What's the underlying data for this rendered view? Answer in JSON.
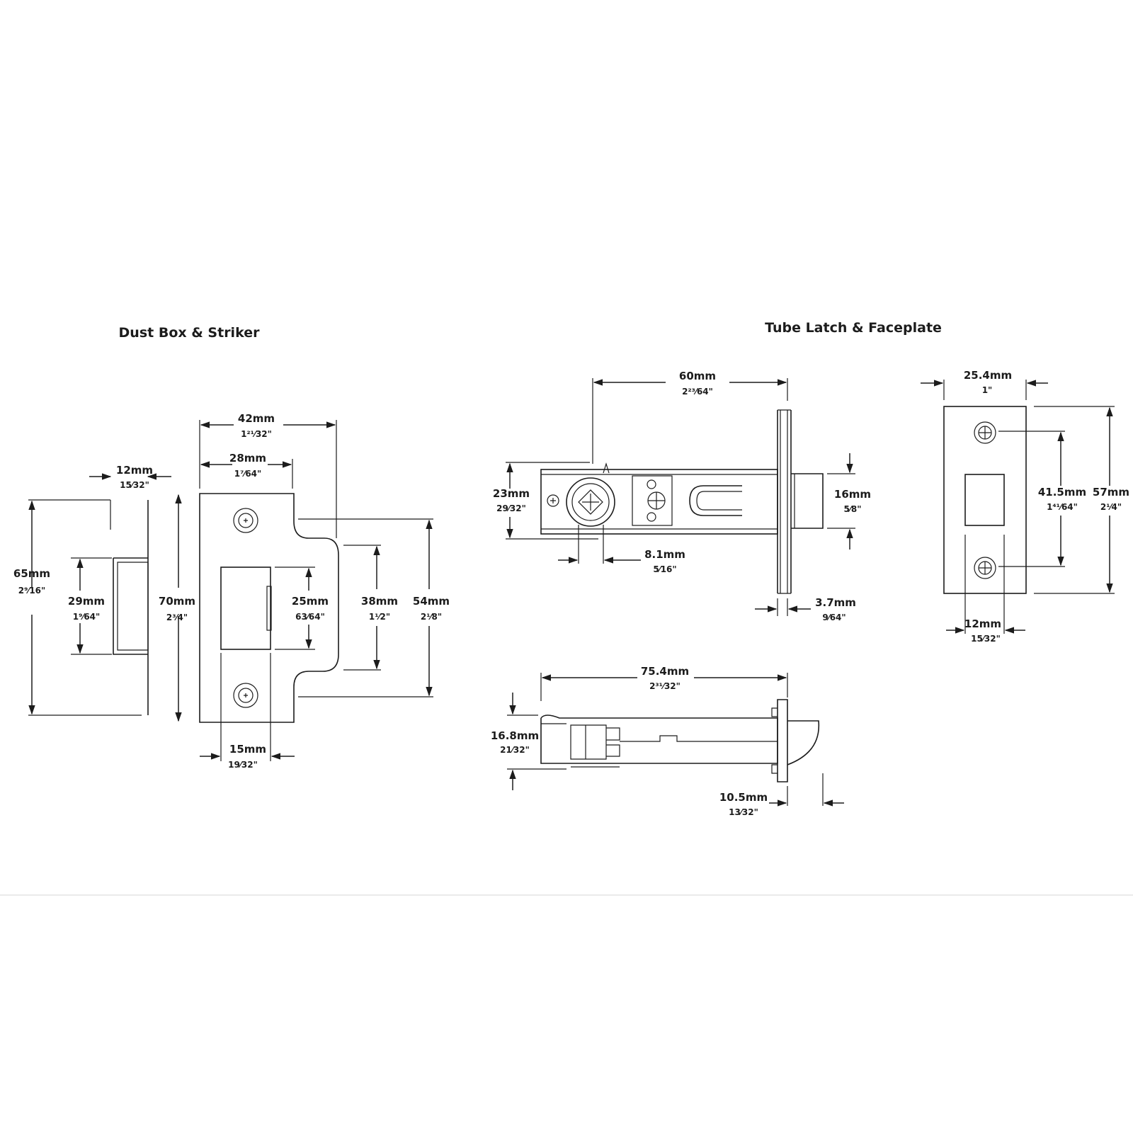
{
  "sections": {
    "dust_box_title": "Dust Box & Striker",
    "tube_latch_title": "Tube Latch & Faceplate"
  },
  "dimensions": {
    "d12_box": {
      "mm": "12mm",
      "inch": "15⁄32\""
    },
    "d65": {
      "mm": "65mm",
      "inch": "2⁹⁄16\""
    },
    "d29": {
      "mm": "29mm",
      "inch": "1⁹⁄64\""
    },
    "d70": {
      "mm": "70mm",
      "inch": "2³⁄4\""
    },
    "d42": {
      "mm": "42mm",
      "inch": "1²¹⁄32\""
    },
    "d28": {
      "mm": "28mm",
      "inch": "1⁷⁄64\""
    },
    "d25": {
      "mm": "25mm",
      "inch": "63⁄64\""
    },
    "d38": {
      "mm": "38mm",
      "inch": "1¹⁄2\""
    },
    "d54": {
      "mm": "54mm",
      "inch": "2¹⁄8\""
    },
    "d15": {
      "mm": "15mm",
      "inch": "19⁄32\""
    },
    "d60": {
      "mm": "60mm",
      "inch": "2²³⁄64\""
    },
    "d23": {
      "mm": "23mm",
      "inch": "29⁄32\""
    },
    "d16": {
      "mm": "16mm",
      "inch": "5⁄8\""
    },
    "d8_1": {
      "mm": "8.1mm",
      "inch": "5⁄16\""
    },
    "d3_7": {
      "mm": "3.7mm",
      "inch": "9⁄64\""
    },
    "d25_4": {
      "mm": "25.4mm",
      "inch": "1\""
    },
    "d41_5": {
      "mm": "41.5mm",
      "inch": "1⁴¹⁄64\""
    },
    "d57": {
      "mm": "57mm",
      "inch": "2¹⁄4\""
    },
    "d12_face": {
      "mm": "12mm",
      "inch": "15⁄32\""
    },
    "d75_4": {
      "mm": "75.4mm",
      "inch": "2³¹⁄32\""
    },
    "d16_8": {
      "mm": "16.8mm",
      "inch": "21⁄32\""
    },
    "d10_5": {
      "mm": "10.5mm",
      "inch": "13⁄32\""
    }
  }
}
